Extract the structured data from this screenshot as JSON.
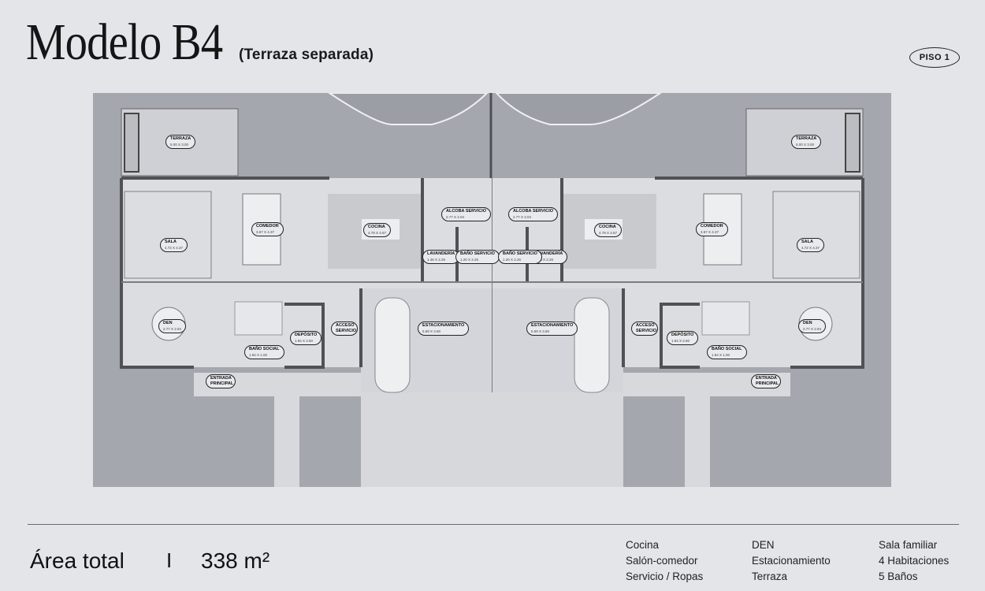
{
  "header": {
    "title": "Modelo B4",
    "subtitle": "(Terraza separada)",
    "floor_badge": "PISO 1"
  },
  "floorplan": {
    "colors": {
      "background": "#e4e5e9",
      "garden": "#a5a7ae",
      "floor": "#dcdde1",
      "wall": "#55575c",
      "paving": "#d2d3d8"
    },
    "left_unit_rooms": [
      {
        "name": "TERRAZA",
        "dims": "5.00 X 3.00"
      },
      {
        "name": "SALA",
        "dims": "4.72 X 4.37"
      },
      {
        "name": "COMEDOR",
        "dims": "3.67 X 4.37"
      },
      {
        "name": "COCINA",
        "dims": "4.79 X 4.67"
      },
      {
        "name": "ALCOBA SERVICIO",
        "dims": "2.77 X 2.04"
      },
      {
        "name": "LAVANDERÍA",
        "dims": "1.46 X 2.26"
      },
      {
        "name": "BAÑO SERVICIO",
        "dims": "1.20 X 2.26"
      },
      {
        "name": "DEN",
        "dims": "2.77 X 2.94"
      },
      {
        "name": "BAÑO SOCIAL",
        "dims": "1.94 X 1.00"
      },
      {
        "name": "DEPÓSITO",
        "dims": "1.94 X 2.60"
      },
      {
        "name": "ACCESO SERVICIO",
        "dims": ""
      },
      {
        "name": "ESTACIONAMIENTO",
        "dims": "5.69 X 3.60"
      },
      {
        "name": "ENTRADA PRINCIPAL",
        "dims": ""
      }
    ],
    "right_unit_rooms": [
      {
        "name": "TERRAZA",
        "dims": "5.00 X 3.00"
      },
      {
        "name": "SALA",
        "dims": "4.72 X 4.37"
      },
      {
        "name": "COMEDOR",
        "dims": "3.67 X 4.37"
      },
      {
        "name": "COCINA",
        "dims": "4.79 X 4.67"
      },
      {
        "name": "ALCOBA SERVICIO",
        "dims": "2.77 X 2.04"
      },
      {
        "name": "LAVANDERÍA",
        "dims": "1.46 X 2.26"
      },
      {
        "name": "BAÑO SERVICIO",
        "dims": "1.20 X 2.26"
      },
      {
        "name": "DEN",
        "dims": "2.77 X 2.94"
      },
      {
        "name": "BAÑO SOCIAL",
        "dims": "1.94 X 1.00"
      },
      {
        "name": "DEPÓSITO",
        "dims": "1.94 X 2.60"
      },
      {
        "name": "ACCESO SERVICIO",
        "dims": ""
      },
      {
        "name": "ESTACIONAMIENTO",
        "dims": "5.69 X 3.60"
      },
      {
        "name": "ENTRADA PRINCIPAL",
        "dims": ""
      }
    ]
  },
  "footer": {
    "area_label": "Área total",
    "separator": "I",
    "area_value": "338 m²",
    "features": [
      [
        "Cocina",
        "Salón-comedor",
        "Servicio / Ropas"
      ],
      [
        "DEN",
        "Estacionamiento",
        "Terraza"
      ],
      [
        "Sala familiar",
        "4 Habitaciones",
        "5 Baños"
      ]
    ]
  }
}
